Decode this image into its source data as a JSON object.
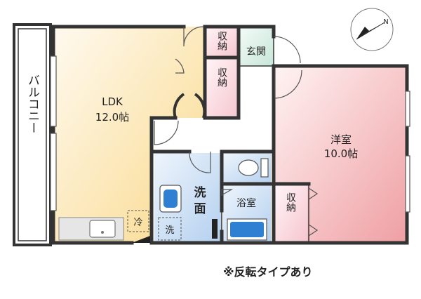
{
  "rooms": {
    "ldk_name": "LDK",
    "ldk_size": "12.0帖",
    "western_name": "洋室",
    "western_size": "10.0帖",
    "storage_label": "収納",
    "entrance_label": "玄関",
    "bath_label": "浴室",
    "washroom_label_1": "洗",
    "washroom_label_2": "面",
    "fridge_label": "冷",
    "washer_label": "洗",
    "balcony_label": "バルコニー"
  },
  "note": "※反転タイプあり",
  "compass": {
    "direction": "N"
  },
  "colors": {
    "ldk": "#fbe7b5",
    "western": "#f4c0c2",
    "storage": "#fbdde3",
    "wet_area": "#cfe1f5",
    "entrance": "#dff0ea",
    "wall": "#333333"
  }
}
